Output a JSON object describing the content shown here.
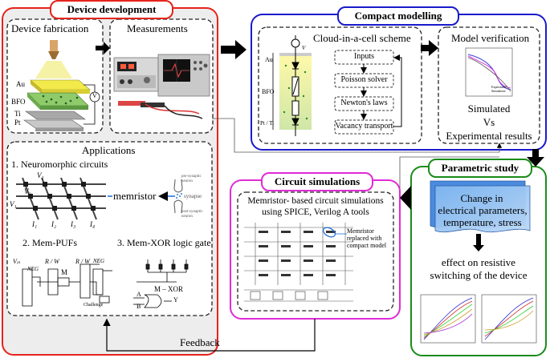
{
  "device_development": {
    "title": "Device development",
    "fabrication": {
      "title": "Device fabrication",
      "layers": [
        "Au",
        "BFO",
        "Ti",
        "Pt"
      ],
      "meter": "V"
    },
    "measurements": {
      "title": "Measurements"
    },
    "applications": {
      "title": "Applications",
      "neuromorphic": {
        "title": "1. Neuromorphic circuits",
        "memristor": "memristor",
        "pre": "pre-synaptic neuron",
        "synapse": "synapse",
        "post": "post-synaptic neuron",
        "row_labels": [
          "V₁",
          "V₂",
          "V₁"
        ],
        "col_labels": [
          "I₁",
          "I₂",
          "I₃",
          "I₄"
        ]
      },
      "pufs": {
        "title": "2. Mem-PUFs",
        "labels": [
          "Vᵢₙ",
          "NEG",
          "R / W",
          "M",
          "R / W",
          "NEG",
          "Challenge"
        ]
      },
      "xor": {
        "title": "3. Mem-XOR logic gate",
        "label": "M – XOR",
        "inputs": [
          "A",
          "B"
        ],
        "output": "Y"
      }
    }
  },
  "compact_modelling": {
    "title": "Compact modelling",
    "cloud": {
      "title": "Cloud-in-a-cell scheme",
      "vdevice": "V",
      "layers": [
        "Au",
        "BFO",
        "Pt / Ti"
      ],
      "steps": [
        "Inputs",
        "Poisson solver",
        "Newton's laws",
        "Vacancy transport"
      ]
    },
    "verification": {
      "title": "Model verification",
      "caption": [
        "Simulated",
        "Vs",
        "Experimental results"
      ],
      "legend": [
        "Experiment",
        "Simulation"
      ]
    }
  },
  "parametric_study": {
    "title": "Parametric study",
    "change": [
      "Change in",
      "electrical parameters,",
      "temperature, stress"
    ],
    "effect": [
      "effect on resistive",
      "switching of the device"
    ]
  },
  "circuit_simulations": {
    "title": "Circuit simulations",
    "description": [
      "Memristor- based circuit simulations",
      "using SPICE, Verilog A tools"
    ],
    "callout": [
      "Memristor",
      "replaced with",
      "compact model"
    ]
  },
  "feedback": "Feedback",
  "colors": {
    "device": "#e5231b",
    "compact": "#1a1acc",
    "parametric": "#1a8c1a",
    "circuit": "#e02bd6"
  }
}
